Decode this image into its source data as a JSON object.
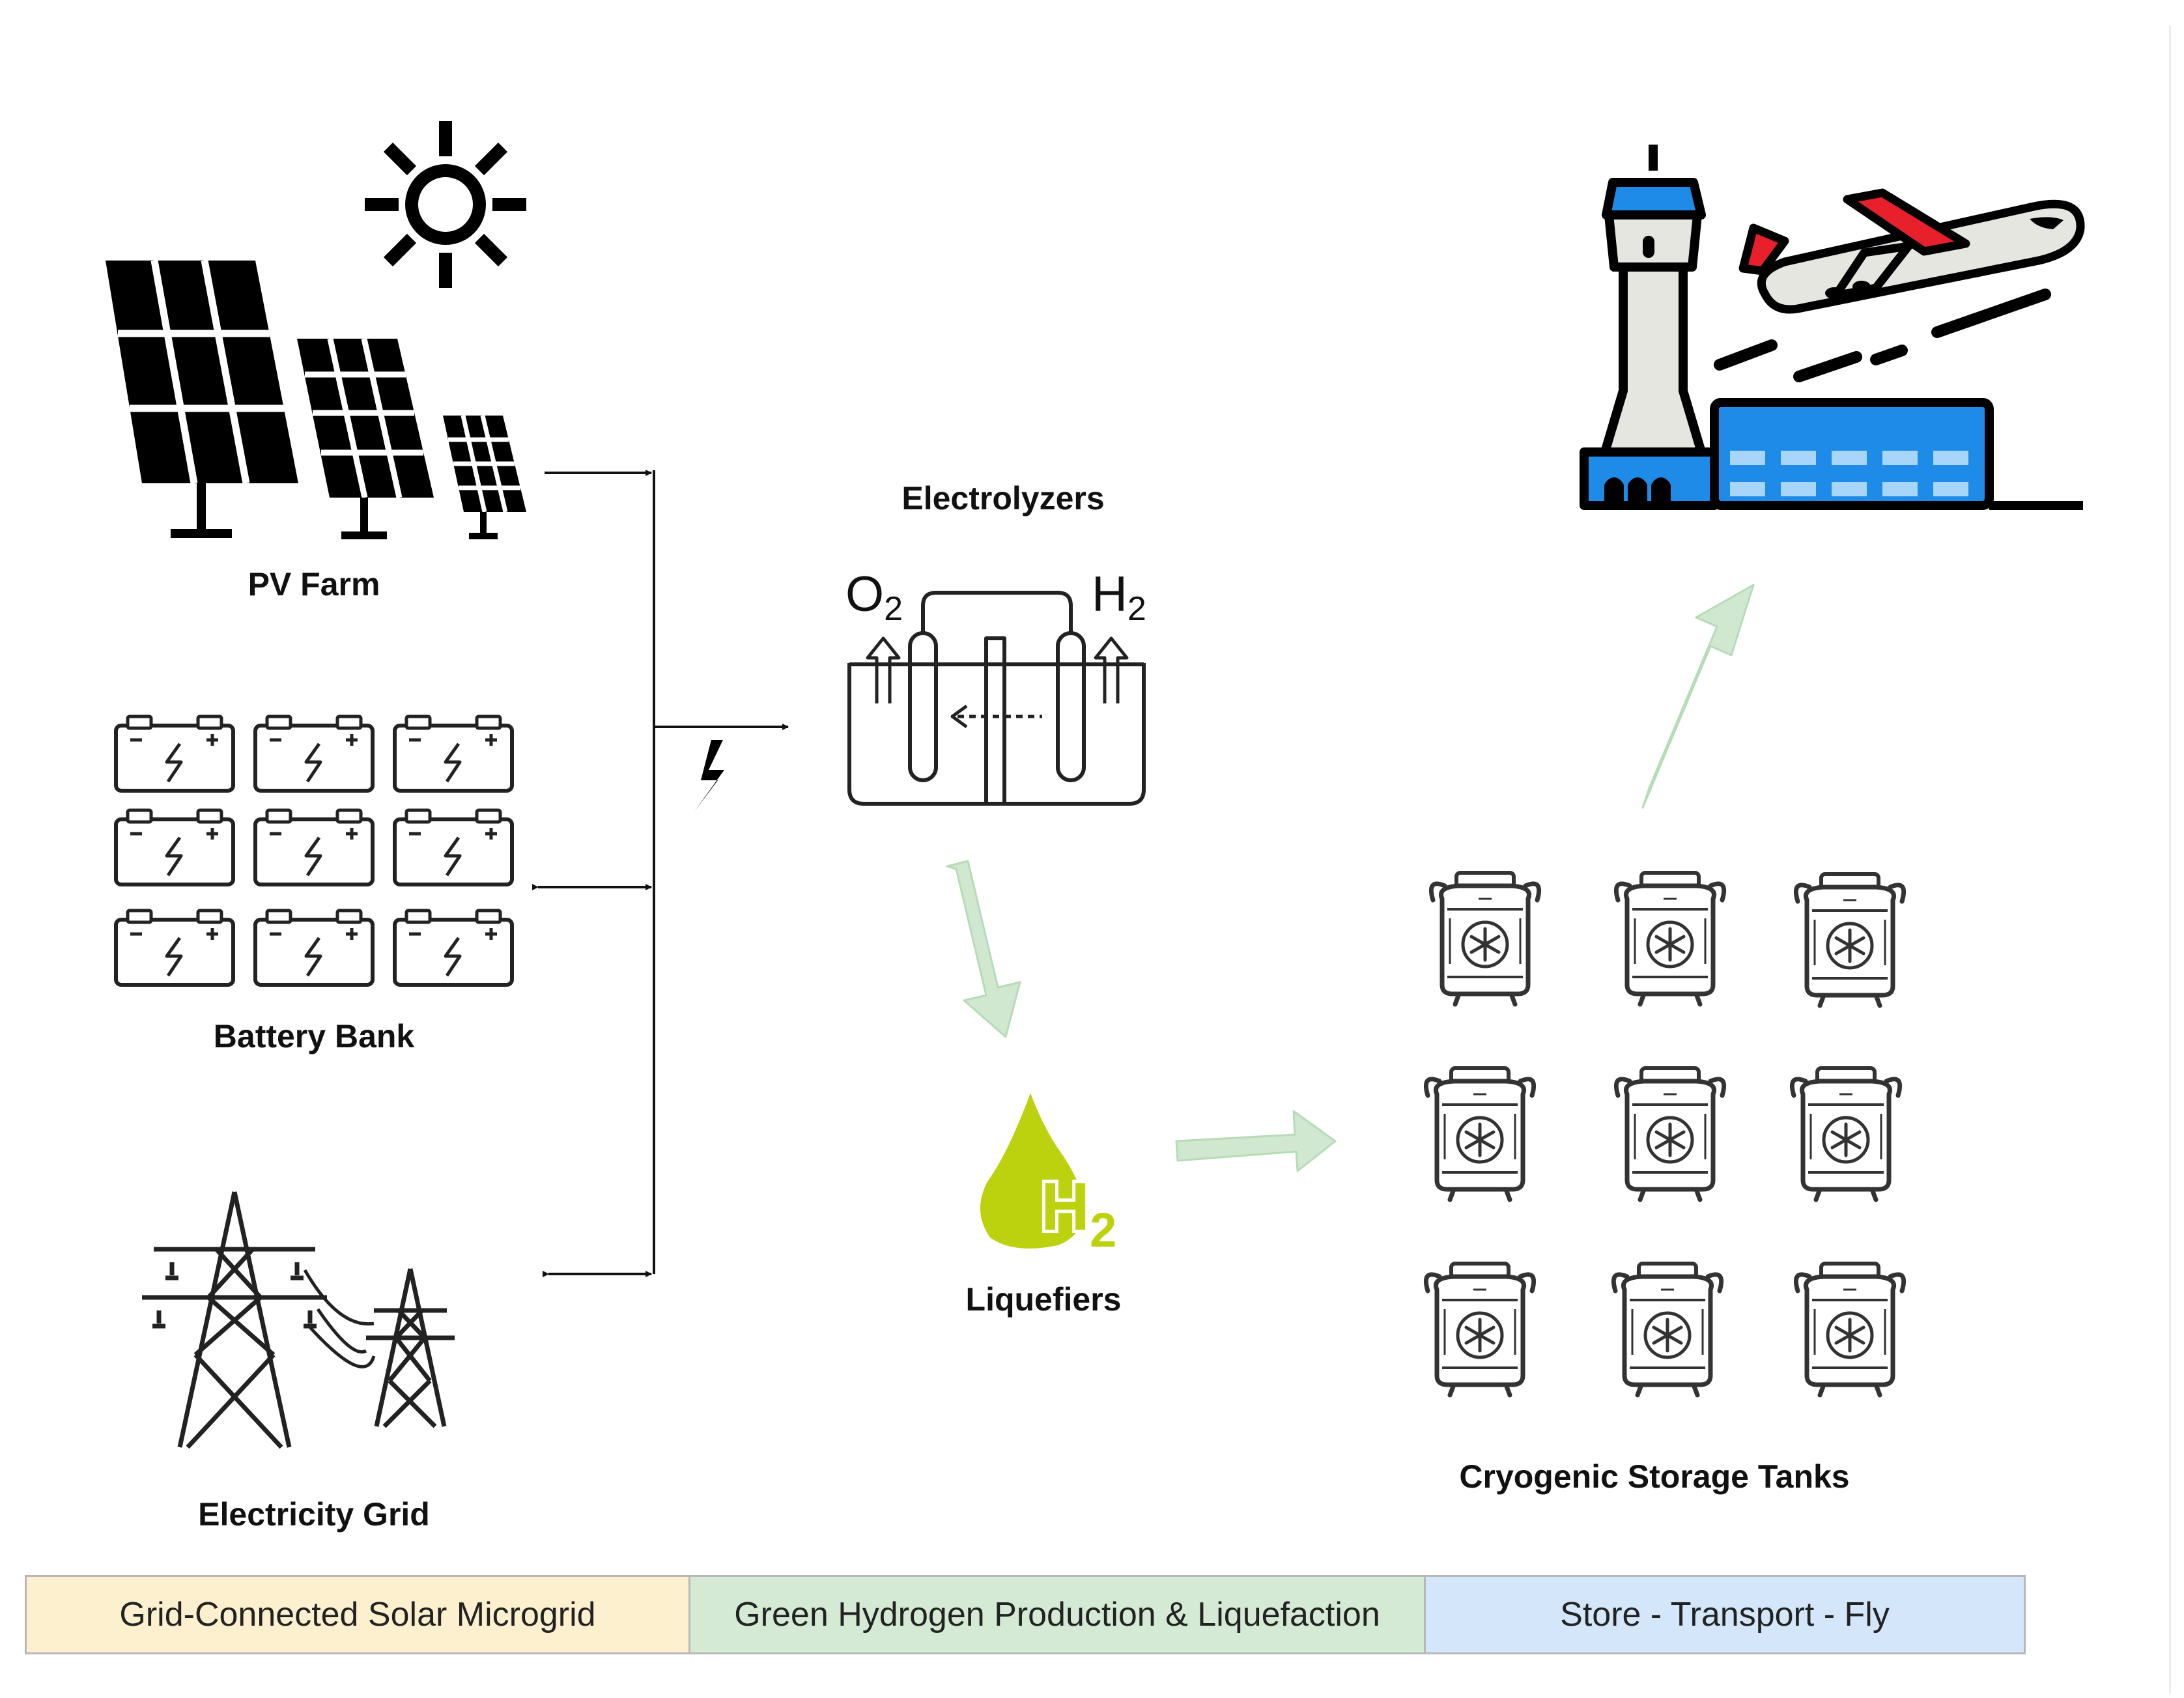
{
  "labels": {
    "pv_farm": "PV Farm",
    "battery_bank": "Battery Bank",
    "electricity_grid": "Electricity Grid",
    "electrolyzers": "Electrolyzers",
    "liquefiers": "Liquefiers",
    "cryogenic_storage": "Cryogenic Storage Tanks"
  },
  "electrolyzer_gases": {
    "left": "O",
    "left_sub": "2",
    "right": "H",
    "right_sub": "2"
  },
  "hydrogen_symbol": {
    "main": "H",
    "sub": "2"
  },
  "legend": {
    "stage1": "Grid-Connected Solar Microgrid",
    "stage2": "Green Hydrogen Production & Liquefaction",
    "stage3": "Store - Transport - Fly"
  },
  "colors": {
    "stage1_bg": "#fdf0cf",
    "stage2_bg": "#d4ead5",
    "stage3_bg": "#d4e6fa",
    "flow_arrow": "#cfe8cf",
    "hydrogen_drop": "#bcd20f",
    "airport_blue": "#1e8be8",
    "plane_red": "#e8202b",
    "tower_grey": "#e6e6e1"
  },
  "icons": [
    "sun-icon",
    "solar-panel-icon",
    "battery-icon",
    "power-pylon-icon",
    "lightning-bolt-icon",
    "electrolyzer-icon",
    "hydrogen-drop-icon",
    "cryogenic-tank-icon",
    "control-tower-icon",
    "airplane-icon",
    "terminal-building-icon"
  ]
}
